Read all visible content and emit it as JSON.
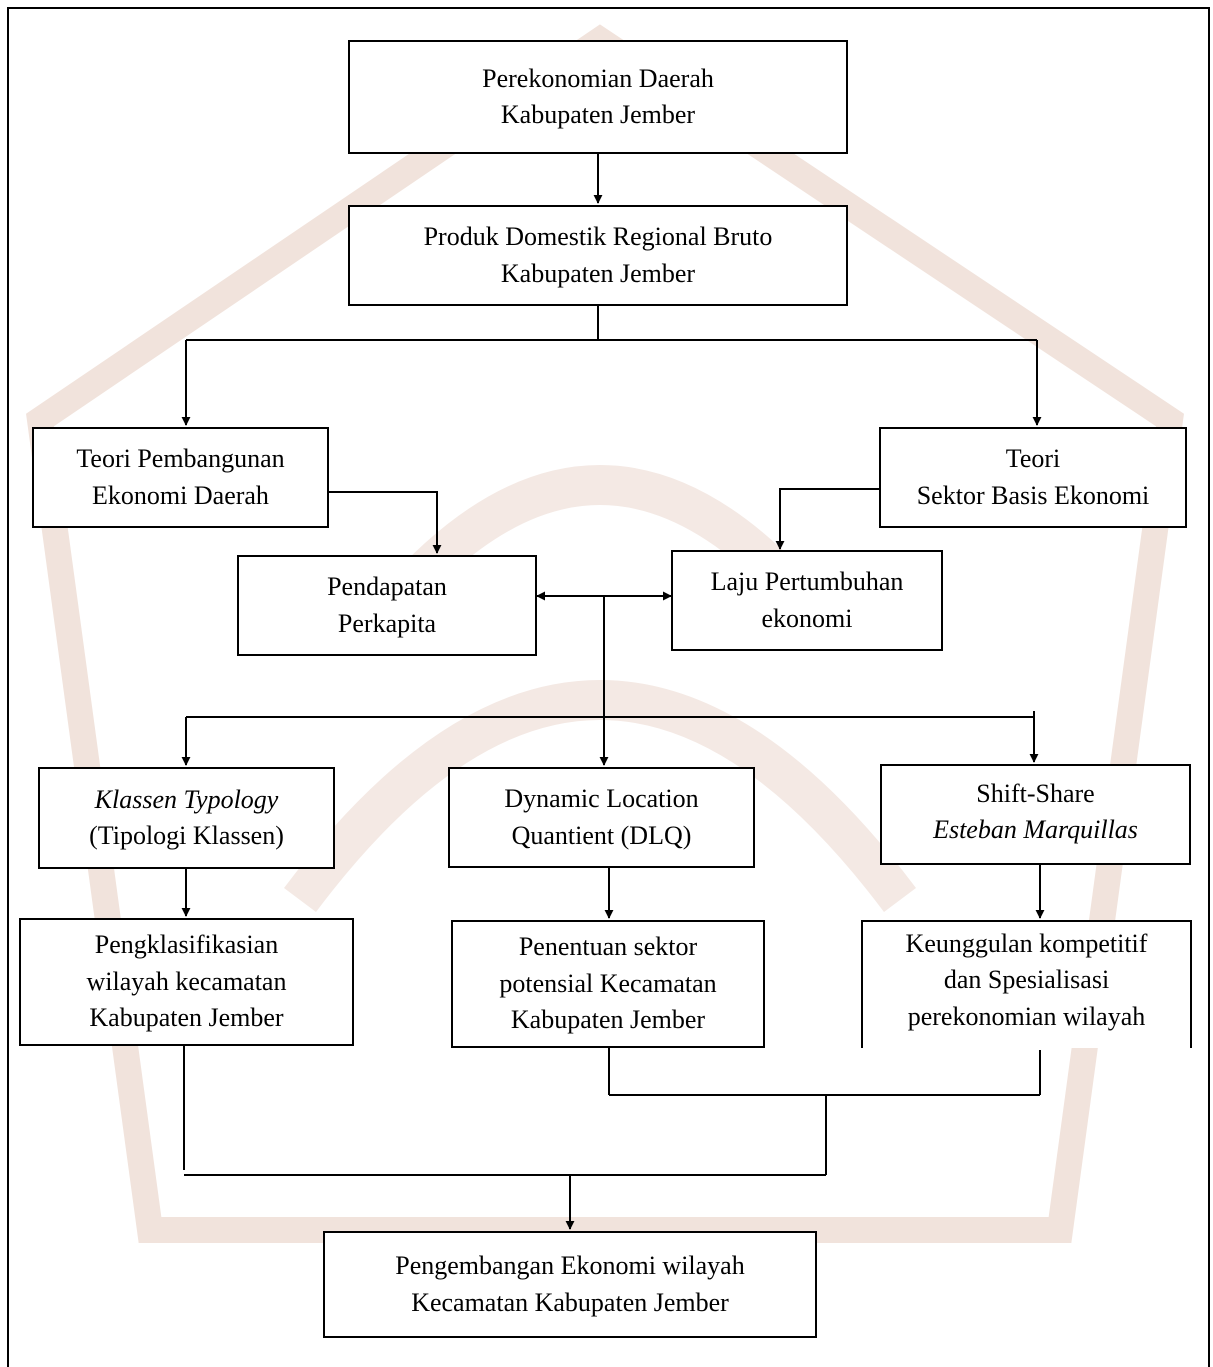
{
  "colors": {
    "ink": "#000000",
    "watermark": "#f0e0d8",
    "background": "#ffffff"
  },
  "boxes": {
    "perekonomian": {
      "line1": "Perekonomian Daerah",
      "line2": "Kabupaten Jember"
    },
    "pdrb": {
      "line1": "Produk Domestik Regional Bruto",
      "line2": "Kabupaten Jember"
    },
    "teori_pembangunan": {
      "line1": "Teori Pembangunan",
      "line2": "Ekonomi Daerah"
    },
    "teori_sektor": {
      "line1": "Teori",
      "line2": "Sektor Basis Ekonomi"
    },
    "pendapatan": {
      "line1": "Pendapatan",
      "line2": "Perkapita"
    },
    "laju": {
      "line1": "Laju Pertumbuhan",
      "line2": "ekonomi"
    },
    "klassen": {
      "line1": "Klassen Typology",
      "line2": "(Tipologi Klassen)"
    },
    "dlq": {
      "line1": "Dynamic Location",
      "line2": "Quantient (DLQ)"
    },
    "shift_share": {
      "line1": "Shift-Share",
      "line2": "Esteban Marquillas"
    },
    "pengklasifikasian": {
      "line1": "Pengklasifikasian",
      "line2": "wilayah kecamatan",
      "line3": "Kabupaten Jember"
    },
    "penentuan": {
      "line1": "Penentuan sektor",
      "line2": "potensial Kecamatan",
      "line3": "Kabupaten Jember"
    },
    "keunggulan": {
      "line1": "Keunggulan kompetitif",
      "line2": "dan Spesialisasi",
      "line3": "perekonomian wilayah"
    },
    "pengembangan": {
      "line1": "Pengembangan Ekonomi wilayah",
      "line2": "Kecamatan Kabupaten Jember"
    }
  }
}
